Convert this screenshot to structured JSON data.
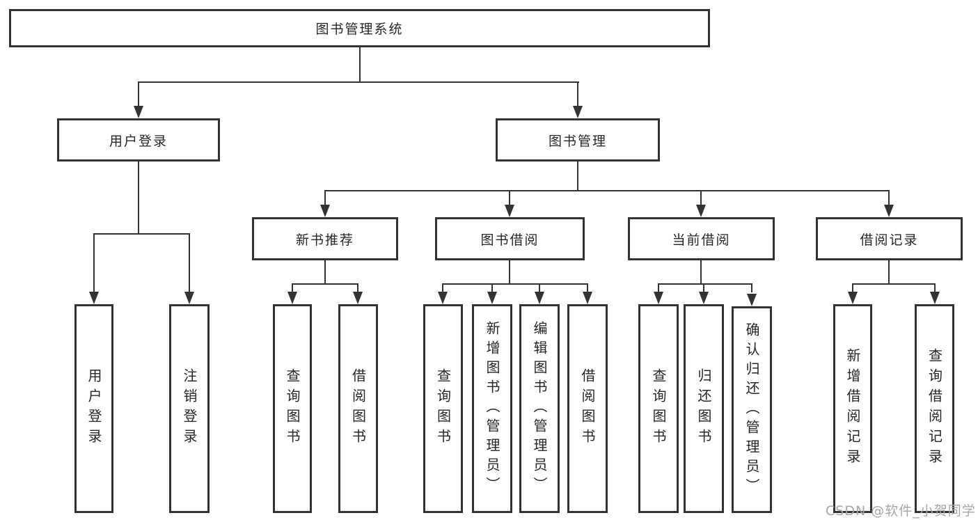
{
  "diagram": {
    "root": {
      "label": "图书管理系统"
    },
    "branches": [
      {
        "label": "用户登录",
        "children": [
          {
            "label": "用户登录"
          },
          {
            "label": "注销登录"
          }
        ]
      },
      {
        "label": "图书管理",
        "children": [
          {
            "label": "新书推荐",
            "children": [
              {
                "label": "查询图书"
              },
              {
                "label": "借阅图书"
              }
            ]
          },
          {
            "label": "图书借阅",
            "children": [
              {
                "label": "查询图书"
              },
              {
                "label": "新增图书（管理员）"
              },
              {
                "label": "编辑图书（管理员）"
              },
              {
                "label": "借阅图书"
              }
            ]
          },
          {
            "label": "当前借阅",
            "children": [
              {
                "label": "查询图书"
              },
              {
                "label": "归还图书"
              },
              {
                "label": "确认归还（管理员）"
              }
            ]
          },
          {
            "label": "借阅记录",
            "children": [
              {
                "label": "新增借阅记录"
              },
              {
                "label": "查询借阅记录"
              }
            ]
          }
        ]
      }
    ]
  },
  "watermark": {
    "text": "CSDN @软件_小贺同学"
  },
  "colors": {
    "line": "#333333",
    "text": "#262626",
    "watermark": "#a6a6a6",
    "background": "#ffffff"
  }
}
